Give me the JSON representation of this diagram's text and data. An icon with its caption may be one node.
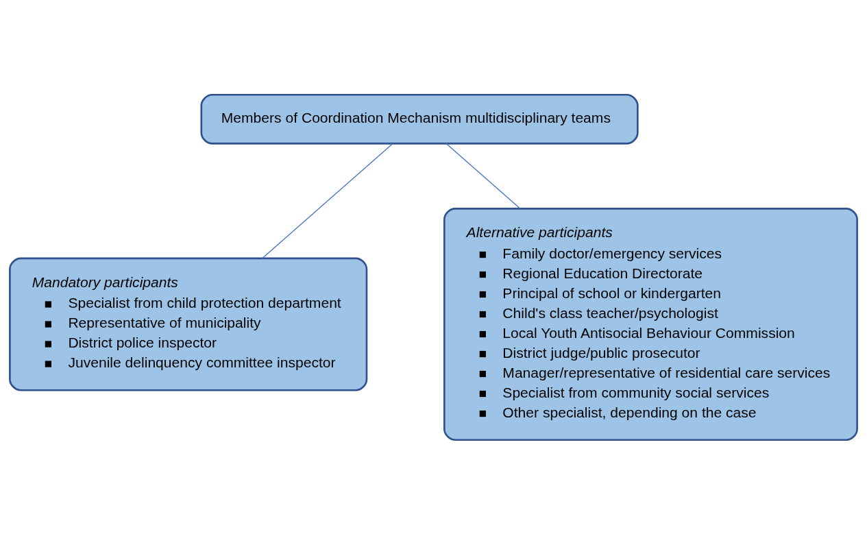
{
  "diagram": {
    "nodes": [
      {
        "text": [
          "Members of Coordination Mechanism multidisciplinary teams"
        ]
      },
      {
        "text": [
          "Mandatory participants",
          "Specialist from child protection department",
          "Representative of municipality",
          "District police inspector",
          "Juvenile delinquency committee inspector"
        ]
      },
      {
        "text": [
          "Alternative participants",
          "Family doctor/emergency services",
          "Regional Education Directorate",
          "Principal of school or kindergarten",
          "Child's class teacher/psychologist",
          "Local Youth Antisocial Behaviour Commission",
          "District judge/public prosecutor",
          "Manager/representative of residential care services",
          "Specialist from community social services",
          "Other specialist, depending on the case"
        ]
      }
    ],
    "edges": [
      {
        "from": 0,
        "to": 1,
        "arrow": "none"
      },
      {
        "from": 0,
        "to": 2,
        "arrow": "none"
      }
    ]
  }
}
